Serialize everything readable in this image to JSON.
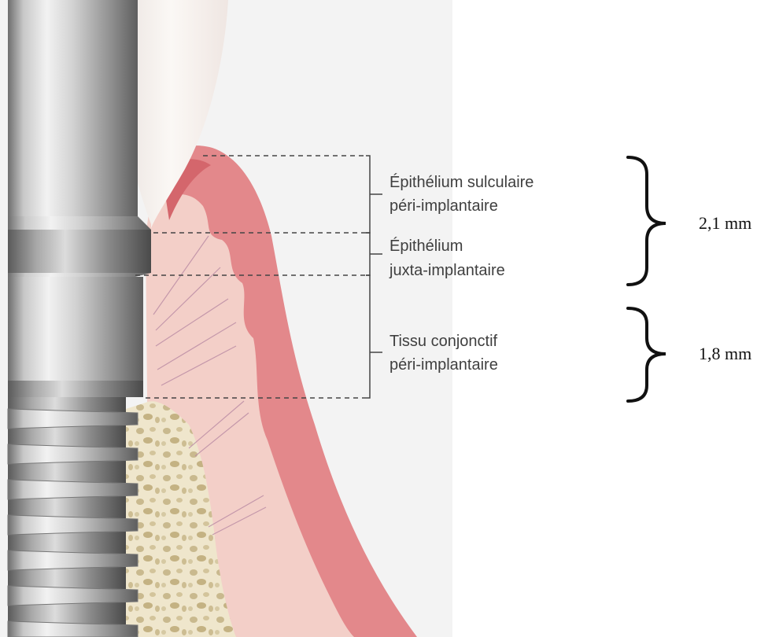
{
  "labels": {
    "sulcular_line1": "Épithélium sulculaire",
    "sulcular_line2": "péri-implantaire",
    "junctional_line1": "Épithélium",
    "junctional_line2": "juxta-implantaire",
    "connective_line1": "Tissu conjonctif",
    "connective_line2": "péri-implantaire"
  },
  "measurements": {
    "epithelium_total": "2,1 mm",
    "connective_tissue": "1,8 mm"
  },
  "colors": {
    "gingiva": "#e3888b",
    "connective": "#f3cfc8",
    "bone": "#f0e9d2",
    "implant_metal": "#9a9a9a",
    "crown": "#f7f2ee",
    "background_panel": "#f3f3f3"
  }
}
